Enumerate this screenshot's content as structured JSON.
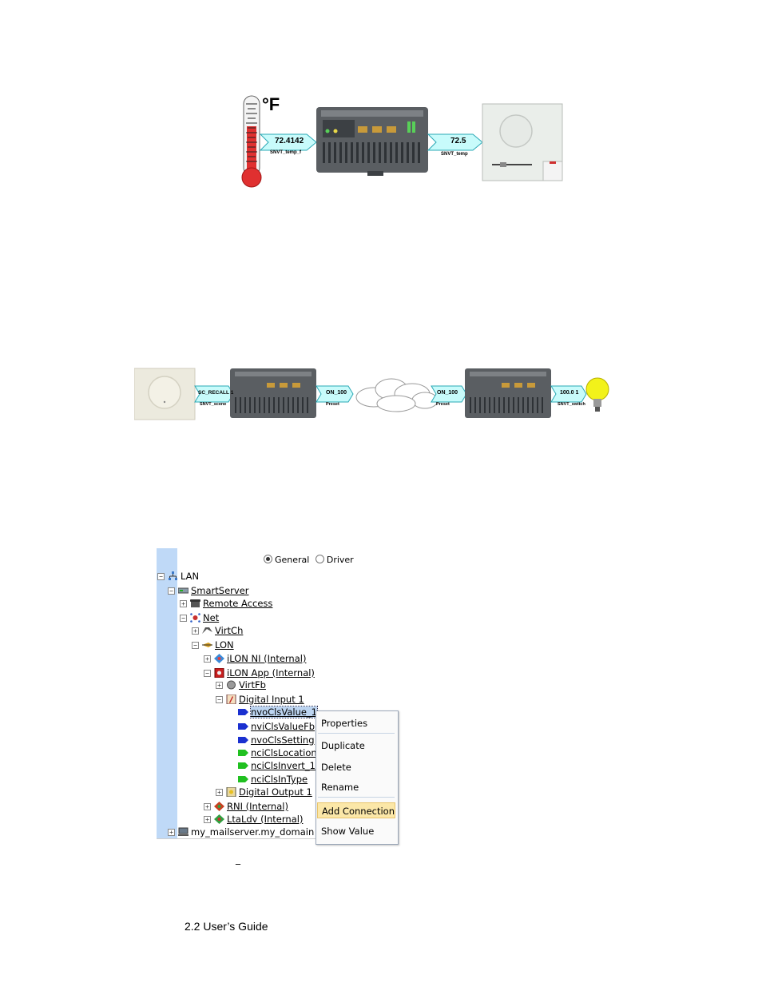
{
  "figure1": {
    "unit_symbol": "°F",
    "arrow_in": {
      "value": "72.4142",
      "type": "SNVT_temp_f"
    },
    "arrow_out": {
      "value": "72.5",
      "type": "SNVT_temp"
    }
  },
  "figure2": {
    "arrow1": {
      "value": "SC_RECALL 1",
      "type": "SNVT_scene"
    },
    "arrow2": {
      "value": "ON_100",
      "type": "Preset"
    },
    "arrow3": {
      "value": "ON_100",
      "type": "Preset"
    },
    "arrow4": {
      "value": "100.0 1",
      "type": "SNVT_switch"
    }
  },
  "tree_view": {
    "radio_general": "General",
    "radio_driver": "Driver",
    "nodes": [
      {
        "label": "LAN",
        "icon": "network-icon"
      },
      {
        "label": "SmartServer",
        "icon": "server-icon"
      },
      {
        "label": "Remote Access",
        "icon": "phone-icon"
      },
      {
        "label": "Net",
        "icon": "net-icon"
      },
      {
        "label": "VirtCh",
        "icon": "virtual-channel-icon"
      },
      {
        "label": "LON",
        "icon": "lon-channel-icon"
      },
      {
        "label": "iLON NI (Internal)",
        "icon": "ni-device-icon"
      },
      {
        "label": "iLON App (Internal)",
        "icon": "app-device-icon"
      },
      {
        "label": "VirtFb",
        "icon": "virtual-fb-icon"
      },
      {
        "label": "Digital Input 1",
        "icon": "functional-block-icon"
      },
      {
        "label": "nvoClsValue_1",
        "icon": "output-dp-icon"
      },
      {
        "label": "nviClsValueFb",
        "icon": "input-dp-icon"
      },
      {
        "label": "nvoClsSetting",
        "icon": "output-dp-icon"
      },
      {
        "label": "nciClsLocation",
        "icon": "config-dp-icon"
      },
      {
        "label": "nciClsInvert_1",
        "icon": "config-dp-icon"
      },
      {
        "label": "nciClsInType",
        "icon": "config-dp-icon"
      },
      {
        "label": "Digital Output 1",
        "icon": "functional-block-icon"
      },
      {
        "label": "RNI (Internal)",
        "icon": "rni-device-icon"
      },
      {
        "label": "LtaLdv (Internal)",
        "icon": "ldv-device-icon"
      },
      {
        "label": "my_mailserver.my_domain",
        "icon": "computer-icon"
      }
    ]
  },
  "context_menu": {
    "items": [
      "Properties",
      "Duplicate",
      "Delete",
      "Rename",
      "Add Connection",
      "Show Value"
    ],
    "highlighted": "Add Connection"
  },
  "dash_mark": "_",
  "footer": "2.2 User’s Guide",
  "colors": {
    "arrow_fill": "#c8fbfb",
    "tree_strip": "#bfd9f7",
    "menu_highlight": "#fbe7a8",
    "thermo_red": "#e03030"
  }
}
